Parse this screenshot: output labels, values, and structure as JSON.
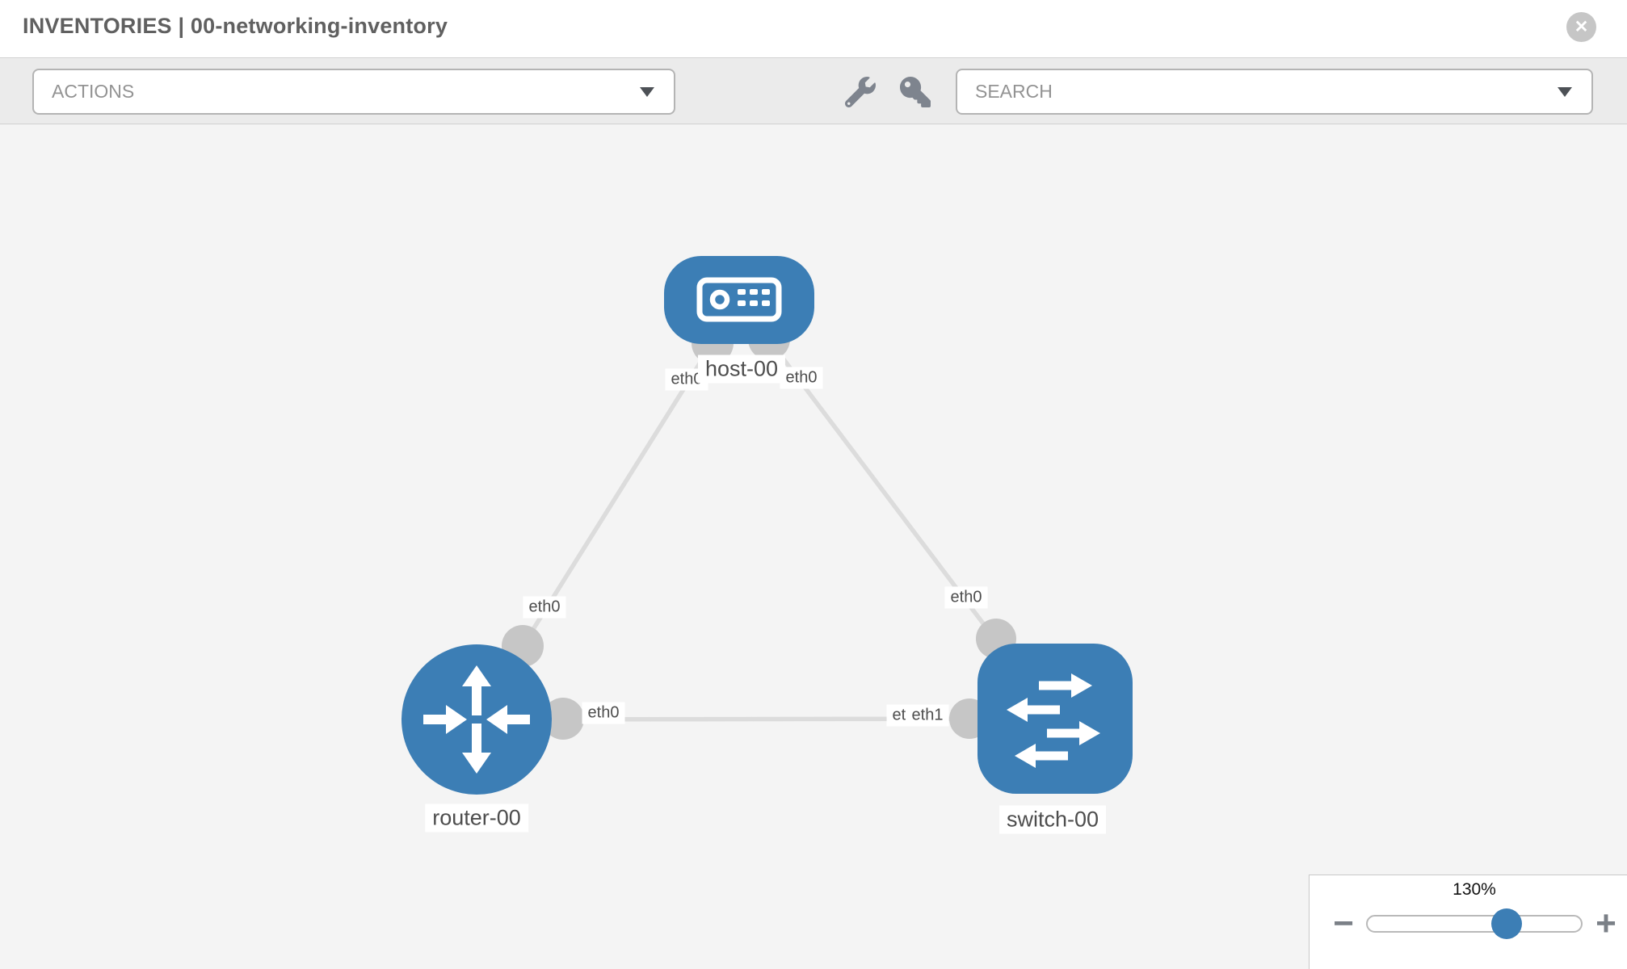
{
  "header": {
    "title": "INVENTORIES | 00-networking-inventory",
    "close_glyph": "✕"
  },
  "toolbar": {
    "actions_label": "ACTIONS",
    "search_label": "SEARCH"
  },
  "topology": {
    "nodes": {
      "host": {
        "label": "host-00",
        "type": "host"
      },
      "router": {
        "label": "router-00",
        "type": "router"
      },
      "switch": {
        "label": "switch-00",
        "type": "switch"
      }
    },
    "links": [
      {
        "from": "host-00",
        "to": "router-00"
      },
      {
        "from": "host-00",
        "to": "switch-00"
      },
      {
        "from": "router-00",
        "to": "switch-00"
      }
    ],
    "ports": {
      "host_router_at_host": "eth0",
      "host_router_at_router": "eth0",
      "host_switch_at_host": "eth0",
      "host_switch_at_switch": "eth0",
      "router_switch_at_router": "eth0",
      "router_switch_at_switch_back": "eth0",
      "router_switch_at_switch_front": "eth1"
    }
  },
  "zoom_control": {
    "level": "130%",
    "minus_glyph": "−",
    "plus_glyph": "+"
  },
  "colors": {
    "node_blue": "#3c7eb5",
    "port_dot_gray": "#c6c6c6",
    "link_gray": "#dcdcdc",
    "canvas_bg": "#f4f4f4",
    "toolbar_bg": "#ebebeb"
  }
}
